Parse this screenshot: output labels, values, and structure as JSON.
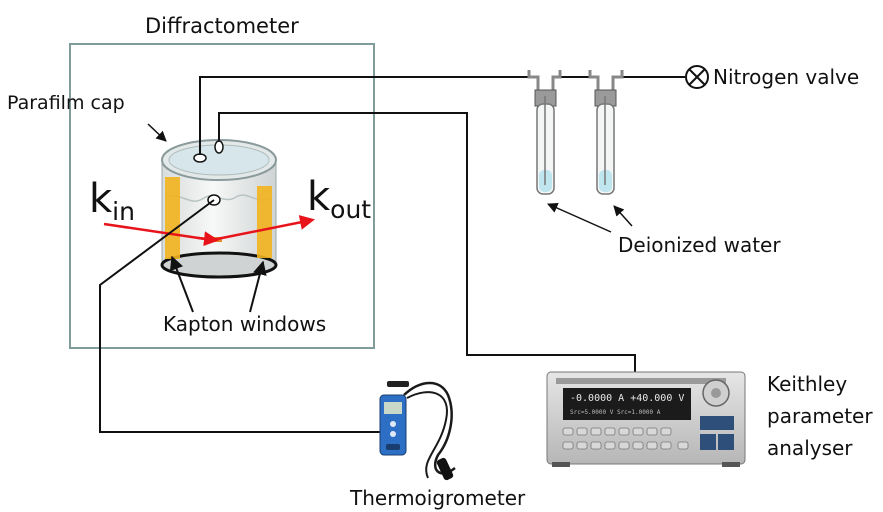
{
  "labels": {
    "diffractometer": "Diffractometer",
    "parafilm_cap": "Parafilm cap",
    "k_in_base": "k",
    "k_in_sub": "in",
    "k_out_base": "k",
    "k_out_sub": "out",
    "kapton_windows": "Kapton windows",
    "nitrogen_valve": "Nitrogen valve",
    "deionized_water": "Deionized water",
    "keithley_line1": "Keithley",
    "keithley_line2": "parameter",
    "keithley_line3": "analyser",
    "thermoigrometer": "Thermoigrometer"
  },
  "instrument_display": {
    "line1": "-0.0000 A +40.000 V",
    "line2": "Src=5.0000 V Src=1.0000 A"
  },
  "colors": {
    "beam": "#e8141b",
    "kapton": "#f2b31d",
    "water": "#bfe6ee",
    "frame": "#7f9b9a",
    "wire": "#111111"
  },
  "icons": {
    "valve": "valve-cross-icon"
  }
}
